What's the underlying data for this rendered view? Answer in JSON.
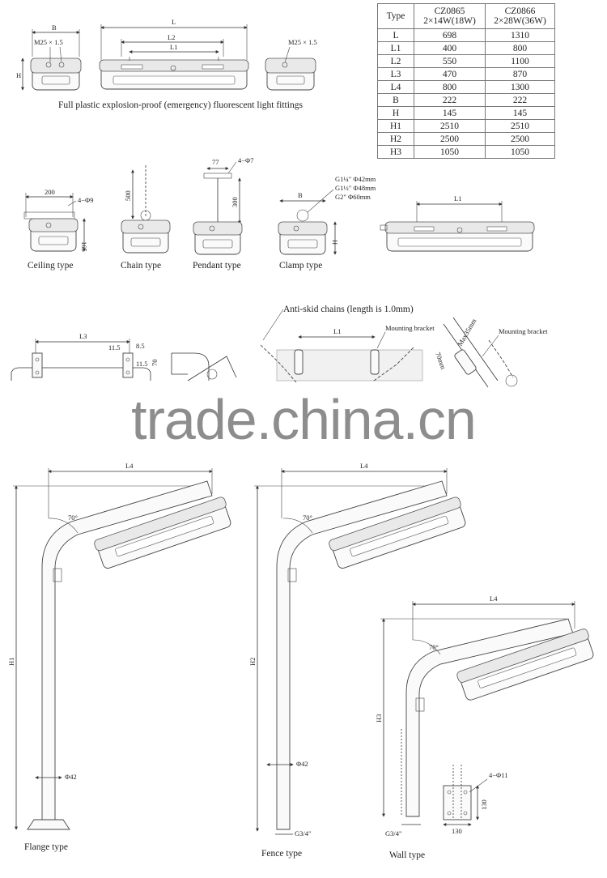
{
  "table": {
    "head": {
      "type": "Type",
      "col1": [
        "CZ0865",
        "2×14W(18W)"
      ],
      "col2": [
        "CZ0866",
        "2×28W(36W)"
      ]
    },
    "rows": [
      [
        "L",
        "698",
        "1310"
      ],
      [
        "L1",
        "400",
        "800"
      ],
      [
        "L2",
        "550",
        "1100"
      ],
      [
        "L3",
        "470",
        "870"
      ],
      [
        "L4",
        "800",
        "1300"
      ],
      [
        "B",
        "222",
        "222"
      ],
      [
        "H",
        "145",
        "145"
      ],
      [
        "H1",
        "2510",
        "2510"
      ],
      [
        "H2",
        "2500",
        "2500"
      ],
      [
        "H3",
        "1050",
        "1050"
      ]
    ]
  },
  "top": {
    "product_caption": "Full plastic explosion-proof (emergency) fluorescent light fittings",
    "dim_B": "B",
    "dim_H": "H",
    "dim_L": "L",
    "dim_L2": "L2",
    "dim_L1": "L1",
    "thread_left": "M25 × 1.5",
    "thread_right": "M25 × 1.5"
  },
  "mounting": {
    "ceiling": {
      "caption": "Ceiling type",
      "width": "200",
      "holes": "4−Φ9",
      "height": "165"
    },
    "chain": {
      "caption": "Chain type",
      "length": "500"
    },
    "pendant": {
      "caption": "Pendant type",
      "width": "77",
      "holes": "4−Φ7",
      "height": "300"
    },
    "clamp": {
      "caption": "Clamp type",
      "dim_B": "B",
      "dim_H": "H",
      "pipes": [
        "G1¼\" Φ42mm",
        "G1½\" Φ48mm",
        "G2\" Φ60mm"
      ]
    },
    "side_L1": "L1"
  },
  "brackets": {
    "L3": "L3",
    "d11_5a": "11.5",
    "d8_5": "8.5",
    "d11_5b": "11.5",
    "d70": "70",
    "anti_skid": "Anti-skid chains (length is 1.0mm)",
    "L1": "L1",
    "mounting_bracket_1": "Mounting bracket",
    "mounting_bracket_2": "Mounting bracket",
    "max35": "Max35mm",
    "d70mm": "70mm"
  },
  "watermark": "trade.china.cn",
  "poles": {
    "flange": {
      "caption": "Flange type",
      "L4": "L4",
      "H": "H1",
      "angle": "70°",
      "phi": "Φ42"
    },
    "fence": {
      "caption": "Fence type",
      "L4": "L4",
      "H": "H2",
      "angle": "70°",
      "phi": "Φ42",
      "thread": "G3/4\""
    },
    "wall": {
      "caption": "Wall type",
      "L4": "L4",
      "H": "H3",
      "angle": "70°",
      "thread": "G3/4\"",
      "holes": "4−Φ11",
      "d130a": "130",
      "d130b": "130"
    }
  }
}
